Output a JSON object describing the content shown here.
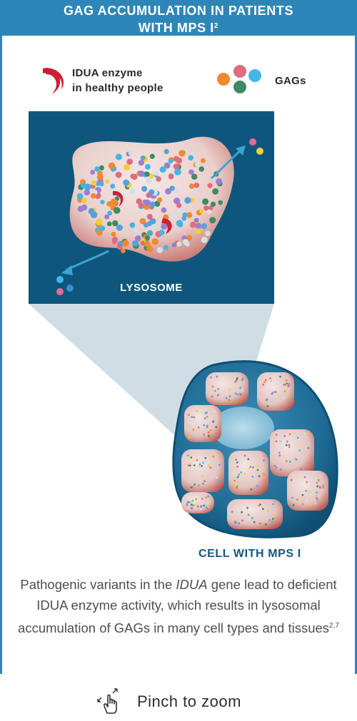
{
  "header": {
    "title_line1": "GAG ACCUMULATION IN PATIENTS",
    "title_line2": "WITH MPS I",
    "title_sup": "2"
  },
  "legend": {
    "enzyme_line1": "IDUA enzyme",
    "enzyme_line2": "in healthy people",
    "gags_label": "GAGs"
  },
  "diagram": {
    "lysosome_label": "LYSOSOME",
    "cell_label": "CELL WITH MPS I"
  },
  "description": {
    "part1": "Pathogenic variants in the ",
    "gene": "IDUA",
    "part2": " gene lead to deficient IDUA enzyme activity, which results in lysosomal accumulation of GAGs in many cell types and tissues",
    "sup": "2,7"
  },
  "footer": {
    "pinch_label": "Pinch to zoom",
    "icon": "pinch-gesture-icon"
  },
  "colors": {
    "header_bg": "#2e86b8",
    "panel_bg": "#0f567c",
    "enzyme": "#cc1f35",
    "cell_label": "#15577f"
  }
}
